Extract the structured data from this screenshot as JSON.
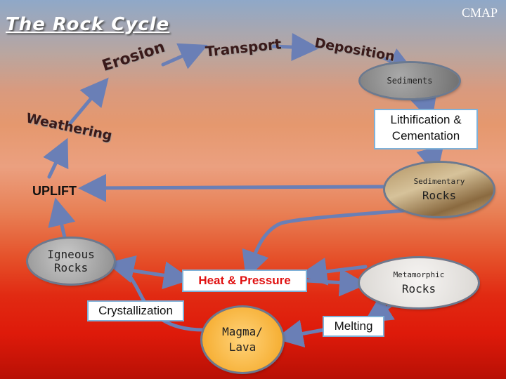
{
  "header": {
    "title": "The Rock Cycle",
    "brand": "CMAP"
  },
  "processes": {
    "erosion": "Erosion",
    "transport": "Transport",
    "deposition": "Deposition",
    "weathering": "Weathering",
    "uplift": "UPLIFT"
  },
  "nodes": {
    "sediments": "Sediments",
    "sedimentary_small": "Sedimentary",
    "sedimentary_big": "Rocks",
    "igneous": "Igneous Rocks",
    "metamorphic_small": "Metamorphic",
    "metamorphic_big": "Rocks",
    "magma": "Magma/ Lava"
  },
  "boxes": {
    "lithification": "Lithification & Cementation",
    "heat_pressure": "Heat & Pressure",
    "crystallization": "Crystallization",
    "melting": "Melting"
  },
  "colors": {
    "arrow": "#6a7fb6",
    "heat_text": "#e01010"
  }
}
